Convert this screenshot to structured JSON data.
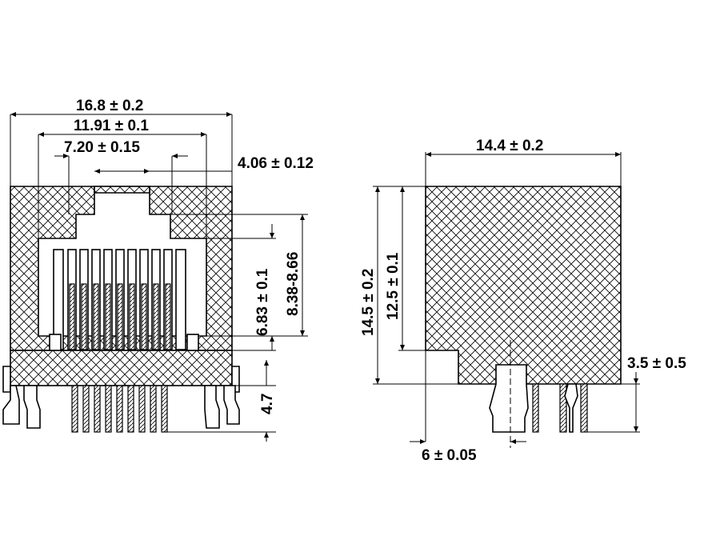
{
  "front_view": {
    "dims": {
      "overall_width": "16.8 ± 0.2",
      "inner_width": "11.91 ± 0.1",
      "contact_width": "7.20 ± 0.15",
      "latch_width": "4.06 ± 0.12",
      "inner_height": "6.83 ± 0.1",
      "opening_height": "8.38-8.66",
      "pin_length": "4.7"
    }
  },
  "side_view": {
    "dims": {
      "depth": "14.4 ± 0.2",
      "height": "14.5 ± 0.2",
      "body_height": "12.5 ± 0.1",
      "peg_length": "3.5 ± 0.5",
      "peg_offset": "6 ± 0.05"
    }
  }
}
